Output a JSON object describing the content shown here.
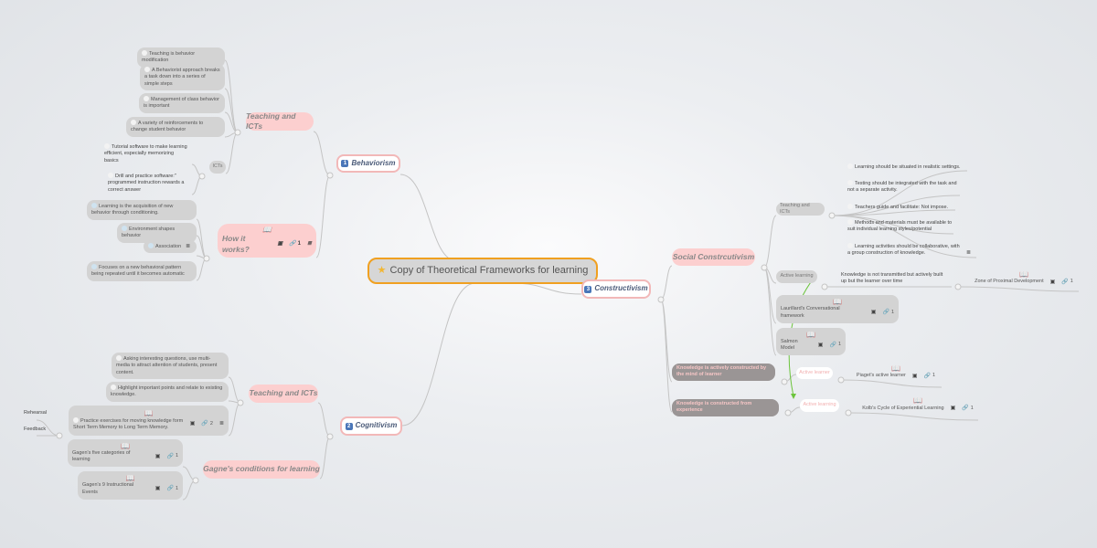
{
  "central": {
    "icon": "star-icon",
    "title": "Copy of Theoretical Frameworks for learning"
  },
  "behaviorism": {
    "num": "1",
    "label": "Behaviorism",
    "teaching": {
      "label": "Teaching and ICTs",
      "items": [
        "Teaching is behavior modification",
        "A Behaviorist approach breaks a task down into a series of simple steps",
        "Management of class behavior is important",
        "A variety of reinforcements to change student behavior"
      ],
      "icts": {
        "label": "ICTs",
        "items": [
          "Tutorial software to make learning efficient, especially memorizing basics",
          "Drill and practice software:\" programmed instruction rewards a correct answer"
        ]
      }
    },
    "how": {
      "label": "How it works?",
      "link_count": "1",
      "items": [
        "Learning is the acquisition of new behavior through conditioning.",
        "Environment shapes behavior",
        "Association",
        "Focuses on a new behavioral pattern being repeated until it becomes automatic"
      ]
    }
  },
  "cognitivism": {
    "num": "2",
    "label": "Cognitivism",
    "teaching": {
      "label": "Teaching and ICTs",
      "items": [
        "Asking interesting questions, use multi-media to attract attention of students, present content.",
        "Highlight important points and relate to existing knowledge."
      ],
      "practice": {
        "label": "Practice exercises for moving knowledge form Short Term Memory to Long Term Memory.",
        "link_count": "2",
        "children": [
          "Rehearsal",
          "Feedback"
        ]
      }
    },
    "gagne": {
      "label": "Gagne's conditions for learning",
      "items": [
        {
          "label": "Gagen's five categories of learning",
          "link_count": "1"
        },
        {
          "label": "Gagen's 9 Instructional Events",
          "link_count": "1"
        }
      ]
    }
  },
  "constructivism": {
    "num": "3",
    "label": "Constructivism",
    "social": {
      "label": "Social Constrcutivism",
      "teaching": {
        "label": "Teaching and ICTs",
        "items": [
          "Learning should be situated in realistic settings.",
          "Testing should be integrated with the task and not a separate activity.",
          "Teachers guide and facilitate: Not impose.",
          "Methods and materials must be available to suit individual learning styles/potential",
          "Learning activities should be collaborative, with a group construction of knowledge."
        ]
      },
      "active": {
        "label": "Active learning",
        "desc": "Knowledge is not transmitted but actively built up but the learner over time",
        "zone": {
          "label": "Zone of Proximal Development",
          "link_count": "1"
        }
      },
      "laurillard": {
        "label": "Laurillard's Conversational framework",
        "link_count": "1"
      },
      "salmon": {
        "label": "Salmon Model",
        "link_count": "1"
      }
    },
    "mind": {
      "label": "Knowledge is actively constructed by the mind of learner",
      "tag": "Active learner",
      "child": {
        "label": "Piaget's active learner",
        "link_count": "1"
      }
    },
    "experience": {
      "label": "Knowledge is constructed from experience",
      "tag": "Active learning",
      "child": {
        "label": "Kolb's Cycle of Experiential Learning",
        "link_count": "1"
      }
    }
  },
  "colors": {
    "central_border": "#f0a020",
    "main_border": "#f2b8b8",
    "subtopic": "#fccfcf",
    "relation_arrow": "#6cc43c"
  }
}
